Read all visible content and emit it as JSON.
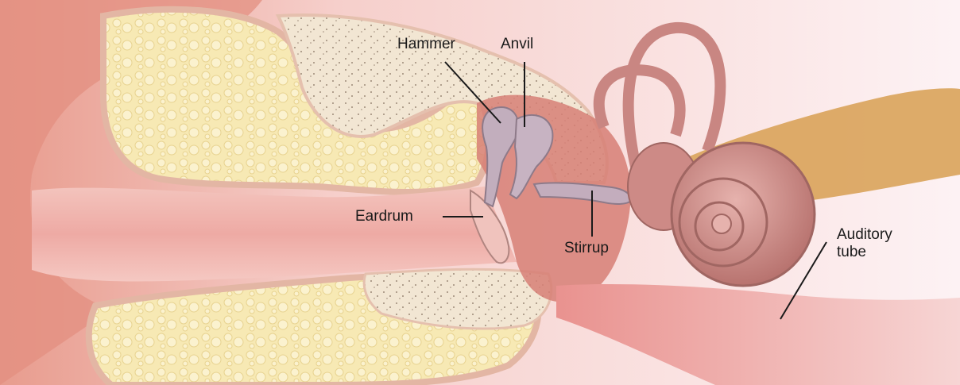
{
  "labels": {
    "hammer": "Hammer",
    "anvil": "Anvil",
    "eardrum": "Eardrum",
    "stirrup": "Stirrup",
    "auditory_tube_line1": "Auditory",
    "auditory_tube_line2": "tube"
  },
  "colors": {
    "bone_yellow": "#f7e9b4",
    "tissue_pink": "#e9a3a3",
    "canal_pink": "#f1b9b4",
    "cochlea": "#c98682",
    "nerve": "#d9a35a",
    "ossicle": "#b8a2b2"
  }
}
